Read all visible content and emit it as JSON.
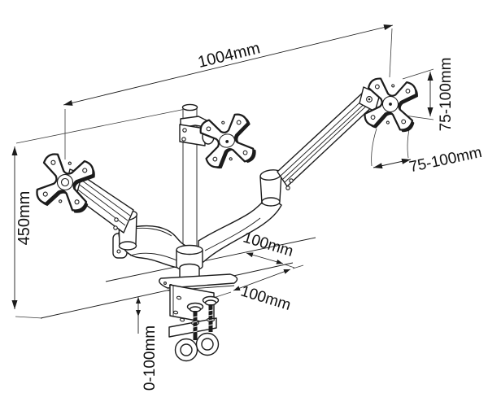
{
  "diagram": {
    "type": "technical-line-drawing",
    "subject": "Triple monitor gas-spring desk mount — dimensional diagram",
    "units": "mm",
    "colors": {
      "line": "#1c1c1c",
      "background": "#ffffff"
    },
    "dimensions": {
      "overall_width": {
        "label": "1004mm"
      },
      "pole_height": {
        "label": "450mm"
      },
      "vesa_vertical": {
        "label": "75-100mm"
      },
      "vesa_horizontal": {
        "label": "75-100mm"
      },
      "base_depth": {
        "label": "100mm"
      },
      "base_width": {
        "label": "100mm"
      },
      "clamp_range": {
        "label": "0-100mm"
      }
    },
    "components": [
      "vesa-plate-left",
      "vesa-plate-center",
      "vesa-plate-right",
      "gas-spring-arm-left",
      "gas-spring-arm-right",
      "lower-arm-left",
      "lower-arm-right",
      "center-pole",
      "desk-surface",
      "desk-clamp",
      "clamp-ring-screws"
    ]
  }
}
